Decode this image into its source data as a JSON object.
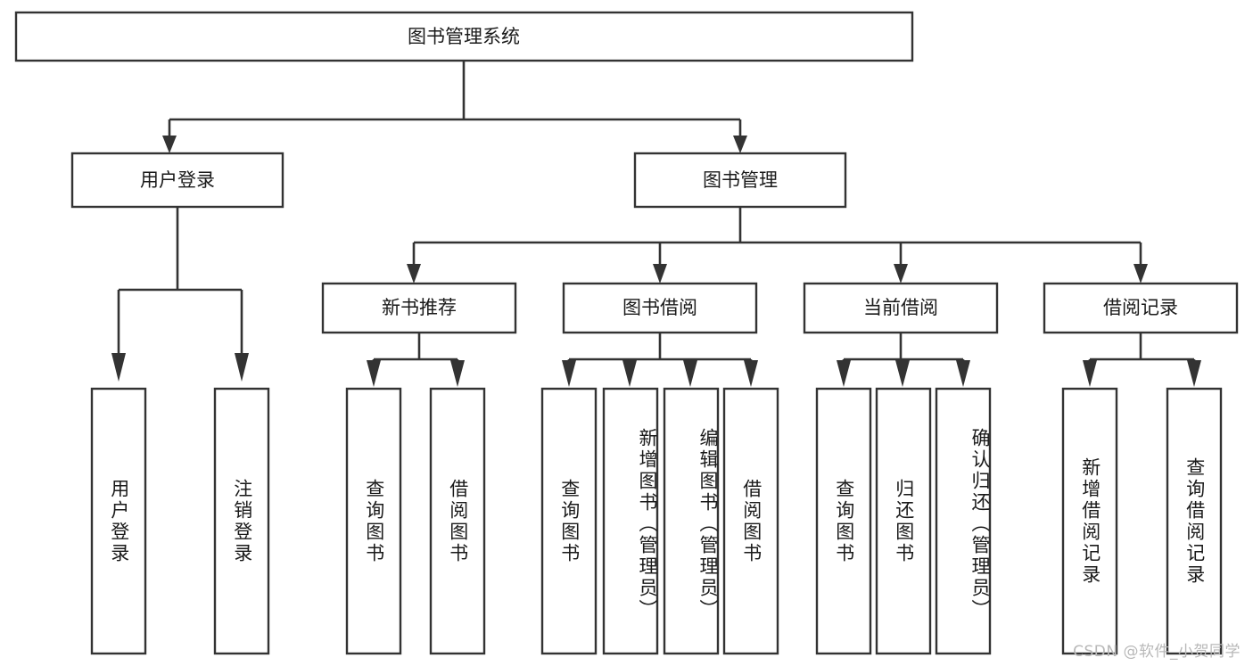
{
  "diagram": {
    "title": "图书管理系统",
    "type": "tree",
    "background_color": "#ffffff",
    "stroke_color": "#333333",
    "text_color": "#1a1a1a",
    "box_fill": "#ffffff",
    "levels": 4
  },
  "root": {
    "label": "图书管理系统"
  },
  "level2": [
    {
      "label": "用户登录"
    },
    {
      "label": "图书管理"
    }
  ],
  "level3": [
    {
      "label": "新书推荐"
    },
    {
      "label": "图书借阅"
    },
    {
      "label": "当前借阅"
    },
    {
      "label": "借阅记录"
    }
  ],
  "leaves": {
    "user_login": [
      {
        "label": "用户登录"
      },
      {
        "label": "注销登录"
      }
    ],
    "new_book_recommend": [
      {
        "label": "查询图书"
      },
      {
        "label": "借阅图书"
      }
    ],
    "book_borrow": [
      {
        "label": "查询图书"
      },
      {
        "label": "新增图书（管理员）"
      },
      {
        "label": "编辑图书（管理员）"
      },
      {
        "label": "借阅图书"
      }
    ],
    "current_borrow": [
      {
        "label": "查询图书"
      },
      {
        "label": "归还图书"
      },
      {
        "label": "确认归还（管理员）"
      }
    ],
    "borrow_record": [
      {
        "label": "新增借阅记录"
      },
      {
        "label": "查询借阅记录"
      }
    ]
  },
  "watermark": {
    "text": "CSDN @软件_小贺同学"
  }
}
